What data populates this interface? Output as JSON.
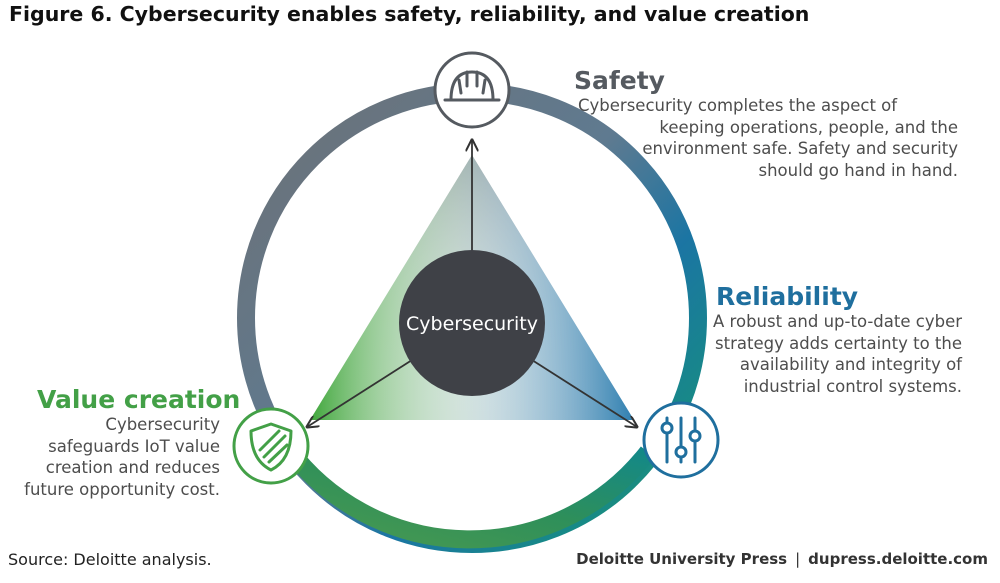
{
  "title": "Figure 6. Cybersecurity enables safety, reliability, and value creation",
  "center": {
    "label": "Cybersecurity"
  },
  "colors": {
    "safety": "#555a60",
    "reliability": "#1f6f9e",
    "value_creation": "#43a047",
    "center_fill": "#3f4147",
    "ring_gray": "#6d7176",
    "ring_blue": "#1b75a3",
    "ring_green": "#3a9a52"
  },
  "sections": {
    "safety": {
      "heading": "Safety",
      "icon": "hard-hat-icon",
      "lines": [
        "Cybersecurity completes the aspect of",
        "keeping operations, people, and the",
        "environment safe. Safety and security",
        "should go hand in hand."
      ]
    },
    "reliability": {
      "heading": "Reliability",
      "icon": "sliders-icon",
      "lines": [
        "A robust and up-to-date cyber",
        "strategy adds certainty to the",
        "availability and integrity of",
        "industrial control systems."
      ]
    },
    "value_creation": {
      "heading": "Value creation",
      "icon": "shield-icon",
      "lines": [
        "Cybersecurity",
        "safeguards IoT value",
        "creation and reduces",
        "future opportunity cost."
      ]
    }
  },
  "footer": {
    "source": "Source: Deloitte analysis.",
    "publisher": "Deloitte University Press",
    "separator": "|",
    "url": "dupress.deloitte.com"
  }
}
